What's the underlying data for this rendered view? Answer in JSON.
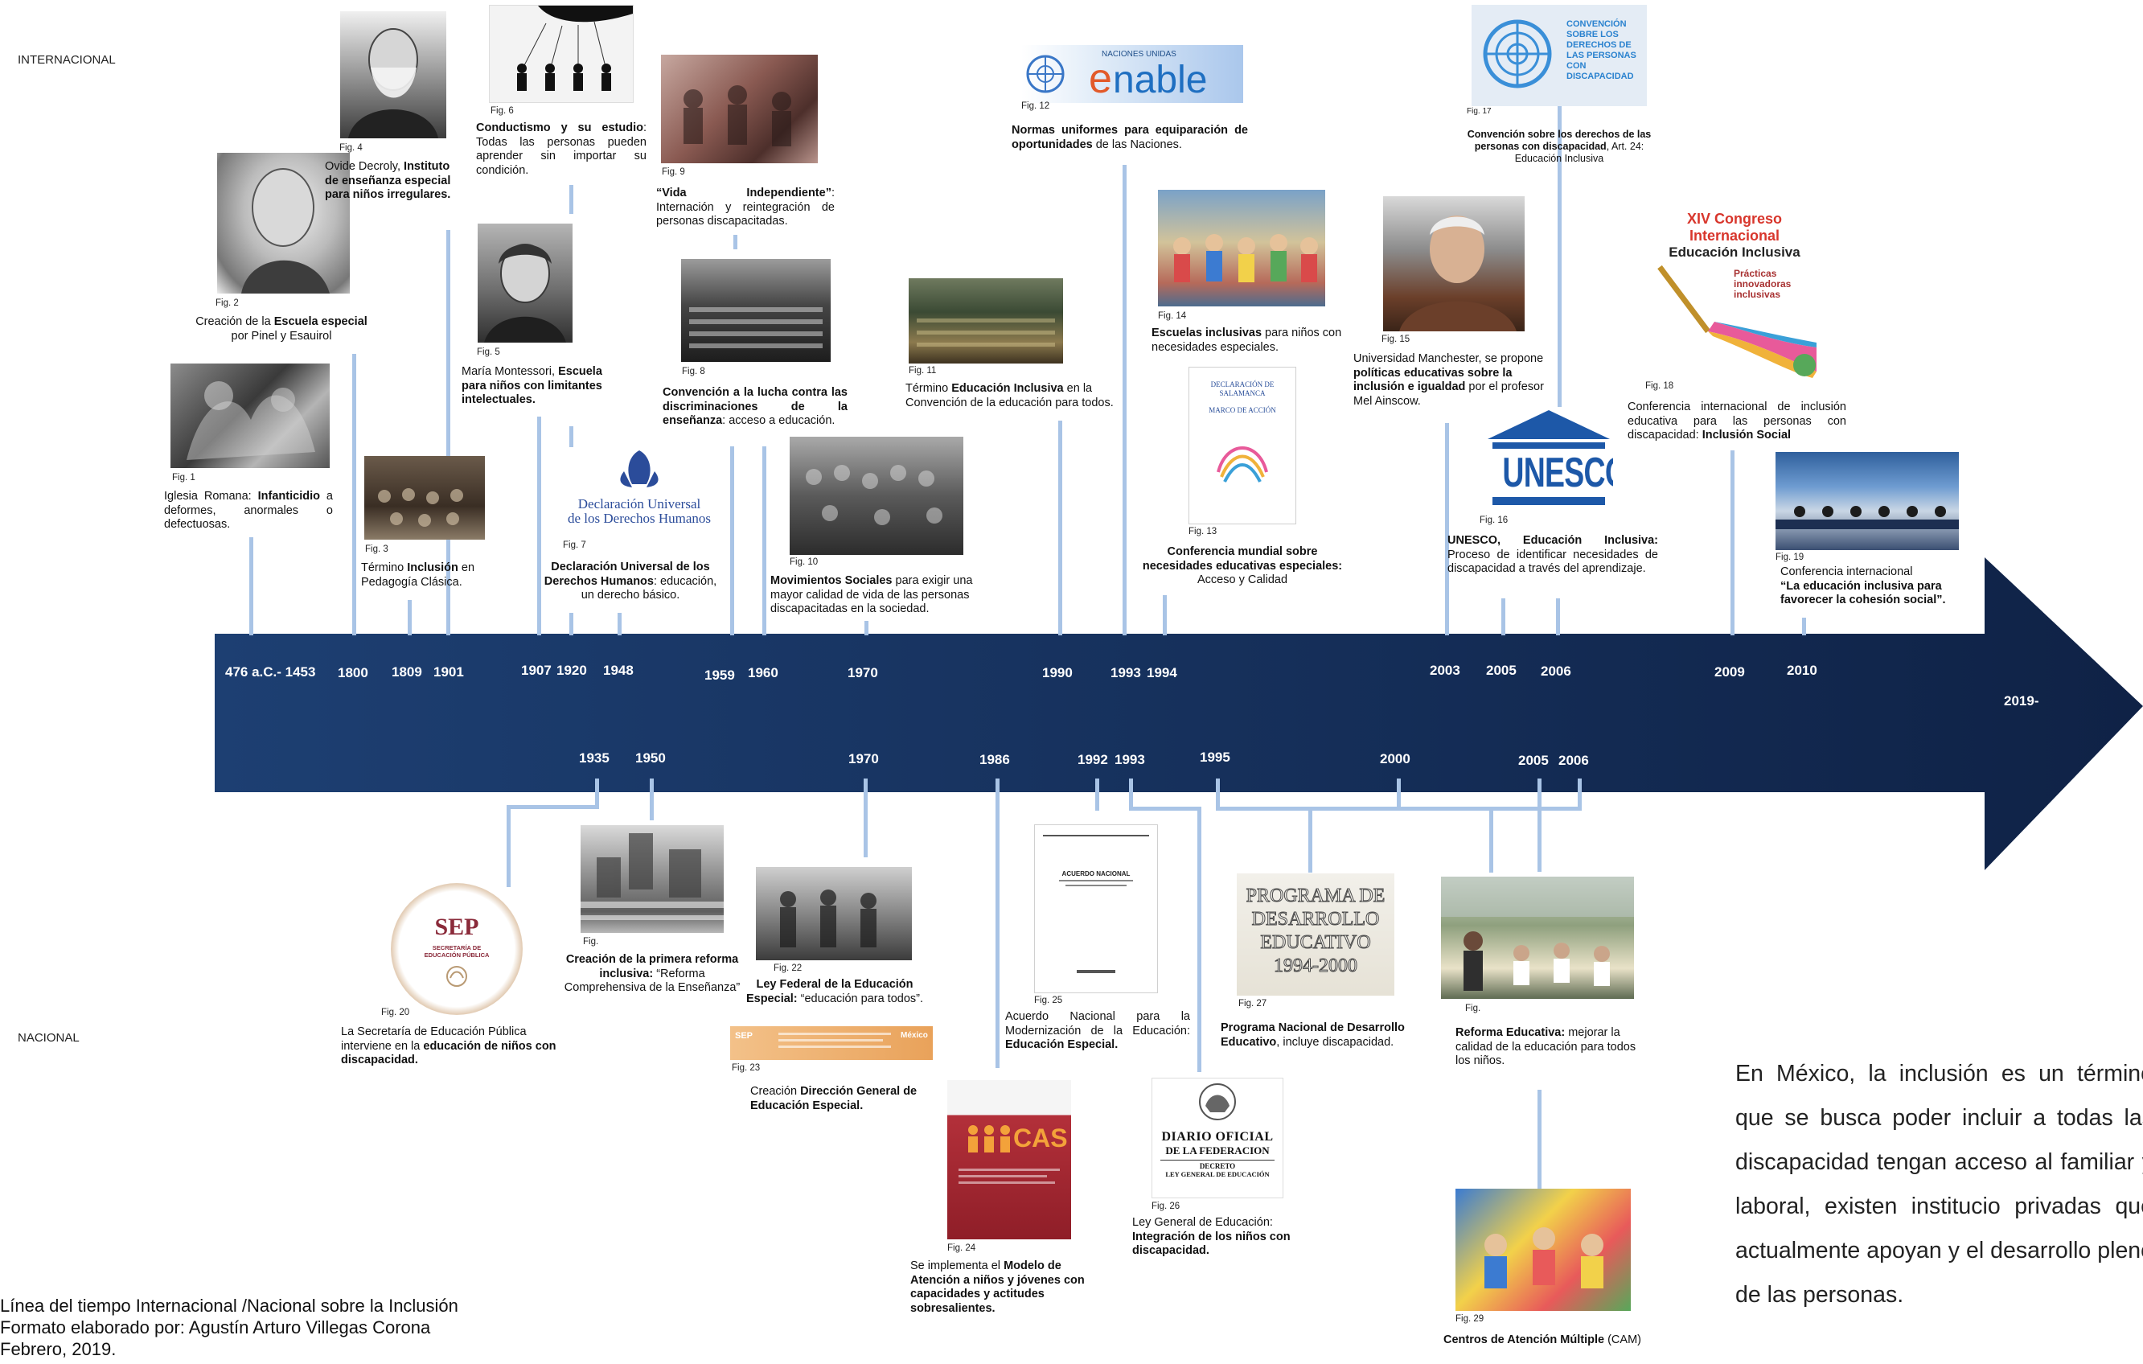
{
  "labels": {
    "international": "INTERNACIONAL",
    "national": "NACIONAL",
    "final_year": "2019-"
  },
  "years_top": [
    "476 a.C.- 1453",
    "1800",
    "1809",
    "1901",
    "1907",
    "1920",
    "1948",
    "1959",
    "1960",
    "1970",
    "1990",
    "1993",
    "1994",
    "2003",
    "2005",
    "2006",
    "2009",
    "2010"
  ],
  "years_bottom": [
    "1935",
    "1950",
    "1970",
    "1986",
    "1992",
    "1993",
    "1995",
    "2000",
    "2005",
    "2006"
  ],
  "international": [
    {
      "fig": "Fig. 1",
      "pre": "Iglesia Romana: ",
      "bold": "Infanticidio",
      "post": " a deformes, anormales o defectuosas."
    },
    {
      "fig": "Fig. 2",
      "pre": "Creación de la ",
      "bold": "Escuela especial",
      "post": " por Pinel y Esauirol"
    },
    {
      "fig": "Fig. 3",
      "pre": "Término ",
      "bold": "Inclusión",
      "post": " en Pedagogía Clásica."
    },
    {
      "fig": "Fig. 4",
      "pre": "Ovide Decroly, ",
      "bold": "Instituto de enseñanza especial para niños irregulares.",
      "post": ""
    },
    {
      "fig": "Fig. 5",
      "pre": "María Montessori, ",
      "bold": "Escuela para niños con limitantes intelectuales.",
      "post": ""
    },
    {
      "fig": "Fig. 6",
      "pre": "",
      "bold": "Conductismo y su estudio",
      "post": ": Todas las personas pueden aprender sin importar su condición."
    },
    {
      "fig": "Fig. 7",
      "pre": "",
      "bold": "Declaración Universal de los Derechos Humanos",
      "post": ": educación, un derecho básico."
    },
    {
      "fig": "Fig. 8",
      "pre": "",
      "bold": "Convención a la lucha contra las discriminaciones de la enseñanza",
      "post": ": acceso a educación."
    },
    {
      "fig": "Fig. 9",
      "pre": "",
      "bold": "“Vida Independiente”",
      "post": ": Internación y reintegración de personas discapacitadas."
    },
    {
      "fig": "Fig. 10",
      "pre": "",
      "bold": "Movimientos Sociales",
      "post": " para exigir una mayor calidad de vida de las personas discapacitadas en la sociedad."
    },
    {
      "fig": "Fig. 11",
      "pre": "Término ",
      "bold": "Educación Inclusiva",
      "post": " en la Convención de la educación para todos."
    },
    {
      "fig": "Fig. 12",
      "pre": "",
      "bold": "Normas uniformes para equiparación de oportunidades",
      "post": " de las Naciones."
    },
    {
      "fig": "Fig. 13",
      "pre": "",
      "bold": "Conferencia mundial sobre necesidades educativas especiales:",
      "post": " Acceso y Calidad"
    },
    {
      "fig": "Fig. 14",
      "pre": "",
      "bold": "Escuelas inclusivas",
      "post": " para niños con necesidades especiales."
    },
    {
      "fig": "Fig. 15",
      "pre": "Universidad Manchester, se propone ",
      "bold": "políticas educativas sobre la inclusión e igualdad",
      "post": " por el profesor Mel Ainscow."
    },
    {
      "fig": "Fig. 16",
      "pre": "",
      "bold": "UNESCO, Educación Inclusiva:",
      "post": " Proceso de identificar necesidades de discapacidad a través del aprendizaje."
    },
    {
      "fig": "Fig. 17",
      "pre": "",
      "bold": "Convención sobre los derechos de las personas con discapacidad",
      "post": ", Art. 24: Educación Inclusiva"
    },
    {
      "fig": "Fig. 18",
      "pre": "Conferencia internacional de inclusión educativa para las personas con discapacidad: ",
      "bold": "Inclusión Social",
      "post": ""
    },
    {
      "fig": "Fig. 19",
      "pre": "Conferencia internacional ",
      "bold": "“La educación inclusiva para favorecer la cohesión social”.",
      "post": ""
    }
  ],
  "national": [
    {
      "fig": "Fig. 20",
      "pre": "La Secretaría de Educación Pública interviene en la ",
      "bold": "educación de niños con discapacidad.",
      "post": ""
    },
    {
      "fig": "Fig.",
      "pre": "",
      "bold": "Creación de la primera reforma inclusiva:",
      "post": " “Reforma Comprehensiva de la Enseñanza”"
    },
    {
      "fig": "Fig. 22",
      "pre": "",
      "bold": "Ley Federal de la Educación Especial:",
      "post": " “educación para todos”."
    },
    {
      "fig": "Fig. 23",
      "pre": "Creación ",
      "bold": "Dirección General de Educación Especial.",
      "post": ""
    },
    {
      "fig": "Fig. 24",
      "pre": "Se implementa el ",
      "bold": "Modelo de Atención a niños y jóvenes con capacidades y actitudes sobresalientes.",
      "post": ""
    },
    {
      "fig": "Fig. 25",
      "pre": "Acuerdo Nacional para la Modernización de la Educación: ",
      "bold": "Educación Especial.",
      "post": ""
    },
    {
      "fig": "Fig. 26",
      "pre": "Ley General de Educación: ",
      "bold": "Integración de los niños con discapacidad.",
      "post": ""
    },
    {
      "fig": "Fig. 27",
      "pre": "",
      "bold": "Programa Nacional de Desarrollo Educativo",
      "post": ", incluye discapacidad."
    },
    {
      "fig": "Fig.",
      "pre": "",
      "bold": "Reforma Educativa:",
      "post": " mejorar la calidad de la educación para todos los niños."
    },
    {
      "fig": "Fig. 29",
      "pre": "",
      "bold": "Centros de Atención Múltiple",
      "post": " (CAM)"
    }
  ],
  "logos": {
    "un_enable": {
      "small": "NACIONES UNIDAS",
      "word": "nable",
      "letter": "e"
    },
    "un_crpd": {
      "text": "CONVENCIÓN SOBRE LOS DERECHOS DE LAS PERSONAS CON DISCAPACIDAD"
    },
    "declaracion": {
      "line1": "Declaración Universal",
      "line2": "de los Derechos Humanos"
    },
    "unesco": "UNESCO",
    "congreso": {
      "line1": "XIV Congreso Internacional",
      "line2": "Educación Inclusiva",
      "line3": "Prácticas innovadoras inclusivas"
    },
    "sep": {
      "title": "SEP",
      "sub1": "SECRETARÍA DE",
      "sub2": "EDUCACIÓN PÚBLICA"
    },
    "sep_bar": {
      "left": "SEP",
      "right": "México"
    },
    "acuerdo": "ACUERDO NACIONAL",
    "cas": "CAS",
    "dof": {
      "line1": "DIARIO OFICIAL",
      "line2": "DE LA FEDERACION",
      "line3": "DECRETO",
      "line4": "LEY GENERAL DE EDUCACIÓN"
    },
    "programa": {
      "line1": "PROGRAMA DE",
      "line2": "DESARROLLO",
      "line3": "EDUCATIVO",
      "line4": "1994-2000"
    },
    "salamanca": {
      "line1": "DECLARACIÓN DE SALAMANCA",
      "line2": "MARCO DE ACCIÓN"
    }
  },
  "body_text": "En México, la inclusión es un término que se busca poder incluir a todas las discapacidad tengan acceso al familiar y laboral, existen institucio privadas que actualmente apoyan y el desarrollo pleno de las personas.",
  "footer": {
    "line1": "Línea del tiempo Internacional /Nacional sobre la Inclusión",
    "line2": "Formato elaborado por:  Agustín Arturo Villegas Corona",
    "line3": "Febrero, 2019."
  },
  "colors": {
    "band_start": "#1d3f72",
    "band_end": "#0f2246",
    "connector": "#a9c4e6"
  }
}
